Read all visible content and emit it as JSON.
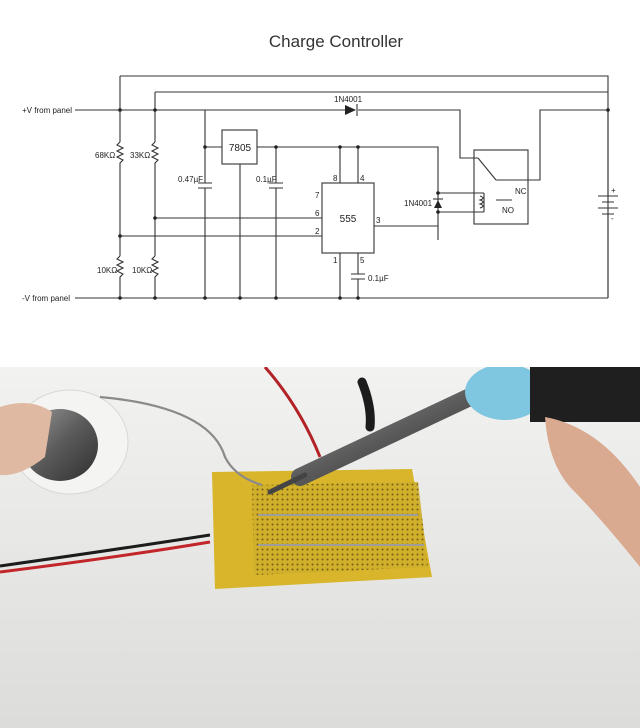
{
  "schematic": {
    "title": "Charge Controller",
    "labels": {
      "pos_panel": "+V from panel",
      "neg_panel": "-V from panel",
      "r1": "68KΩ",
      "r2": "33KΩ",
      "r3": "10KΩ",
      "r4": "10KΩ",
      "c1": "0.47µF",
      "c2": "0.1µF",
      "c3": "0.1µF",
      "regulator": "7805",
      "timer": "555",
      "diode_top": "1N4001",
      "diode_relay": "1N4001",
      "relay_nc": "NC",
      "relay_no": "NO",
      "batt_plus": "+",
      "batt_minus": "-",
      "pin8": "8",
      "pin4": "4",
      "pin7": "7",
      "pin6": "6",
      "pin2": "2",
      "pin3": "3",
      "pin1": "1",
      "pin5": "5"
    }
  },
  "photo": {
    "description_icons": [
      "solder-spool",
      "soldering-iron",
      "perfboard",
      "hand"
    ],
    "colors": {
      "wall": "#ececea",
      "table": "#e3e3e1",
      "board": "#d8b52a",
      "iron_grip": "#7fc6e0"
    }
  }
}
